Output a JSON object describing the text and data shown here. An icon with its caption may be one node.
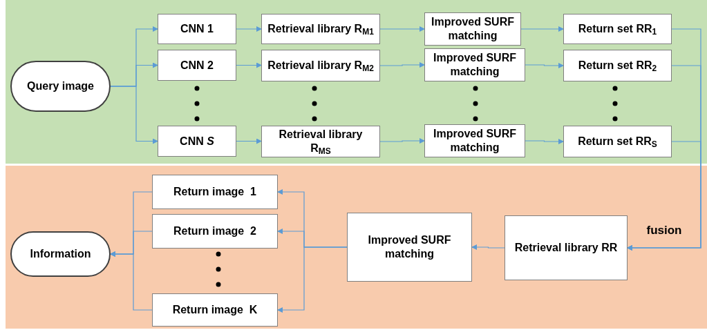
{
  "diagram": {
    "nodes": [
      {
        "text": [
          "Query image"
        ]
      },
      {
        "text": [
          "CNN 1"
        ]
      },
      {
        "text": [
          "Retrieval library R$_{M1}$"
        ]
      },
      {
        "text": [
          "Improved SURF matching"
        ]
      },
      {
        "text": [
          "Return set RR$_{1}$"
        ]
      },
      {
        "text": [
          "CNN 2"
        ]
      },
      {
        "text": [
          "Retrieval library R$_{M2}$"
        ]
      },
      {
        "text": [
          "Improved SURF matching"
        ]
      },
      {
        "text": [
          "Return set RR$_{2}$"
        ]
      },
      {
        "text": [
          "CNN *S*"
        ]
      },
      {
        "text": [
          "Retrieval library R$_{MS}$"
        ]
      },
      {
        "text": [
          "Improved SURF matching"
        ]
      },
      {
        "text": [
          "Return set RR$_{S}$"
        ]
      },
      {
        "text": [
          "Return image  1"
        ]
      },
      {
        "text": [
          "Return image  2"
        ]
      },
      {
        "text": [
          "Information"
        ]
      },
      {
        "text": [
          "Improved SURF matching"
        ]
      },
      {
        "text": [
          "Retrieval library RR"
        ]
      },
      {
        "text": [
          "Return image  K"
        ]
      }
    ],
    "edges": [
      {
        "from": 0,
        "to": 1,
        "arrow": "to"
      },
      {
        "from": 0,
        "to": 5,
        "arrow": "to"
      },
      {
        "from": 0,
        "to": 9,
        "arrow": "to"
      },
      {
        "from": 1,
        "to": 2,
        "arrow": "to"
      },
      {
        "from": 2,
        "to": 3,
        "arrow": "to"
      },
      {
        "from": 3,
        "to": 4,
        "arrow": "to"
      },
      {
        "from": 5,
        "to": 6,
        "arrow": "to"
      },
      {
        "from": 6,
        "to": 7,
        "arrow": "to"
      },
      {
        "from": 7,
        "to": 8,
        "arrow": "to"
      },
      {
        "from": 9,
        "to": 10,
        "arrow": "to"
      },
      {
        "from": 10,
        "to": 11,
        "arrow": "to"
      },
      {
        "from": 11,
        "to": 12,
        "arrow": "to"
      },
      {
        "from": 4,
        "to": 17,
        "arrow": "to"
      },
      {
        "from": 8,
        "to": 17,
        "arrow": "to"
      },
      {
        "from": 12,
        "to": 17,
        "arrow": "to",
        "label": "fusion"
      },
      {
        "from": 17,
        "to": 16,
        "arrow": "to"
      },
      {
        "from": 16,
        "to": 13,
        "arrow": "to"
      },
      {
        "from": 16,
        "to": 14,
        "arrow": "to"
      },
      {
        "from": 16,
        "to": 18,
        "arrow": "to"
      },
      {
        "from": 13,
        "to": 15,
        "arrow": "to"
      },
      {
        "from": 14,
        "to": 15,
        "arrow": "to"
      },
      {
        "from": 18,
        "to": 15,
        "arrow": "to"
      }
    ]
  }
}
